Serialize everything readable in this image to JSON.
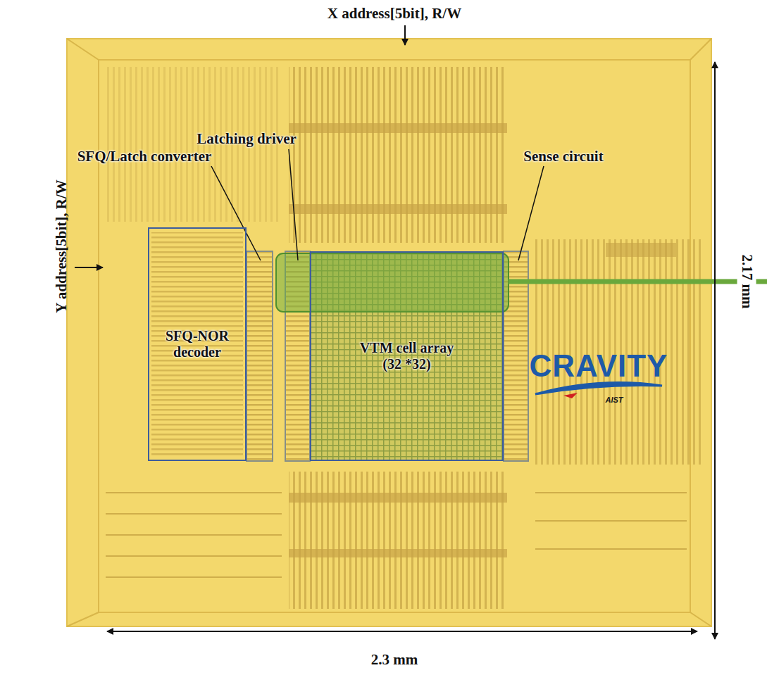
{
  "diagram": {
    "nodes": [
      {
        "text": [
          "SFQ-NOR decoder"
        ]
      },
      {
        "text": [
          "VTM cell array (32 *32)"
        ]
      }
    ],
    "labels": [
      "X address[5bit], R/W",
      "Y address[5bit], R/W",
      "Latching driver",
      "SFQ/Latch converter",
      "Sense circuit",
      "2.17 mm",
      "2.3 mm",
      "CRAVITY",
      "AIST"
    ]
  }
}
